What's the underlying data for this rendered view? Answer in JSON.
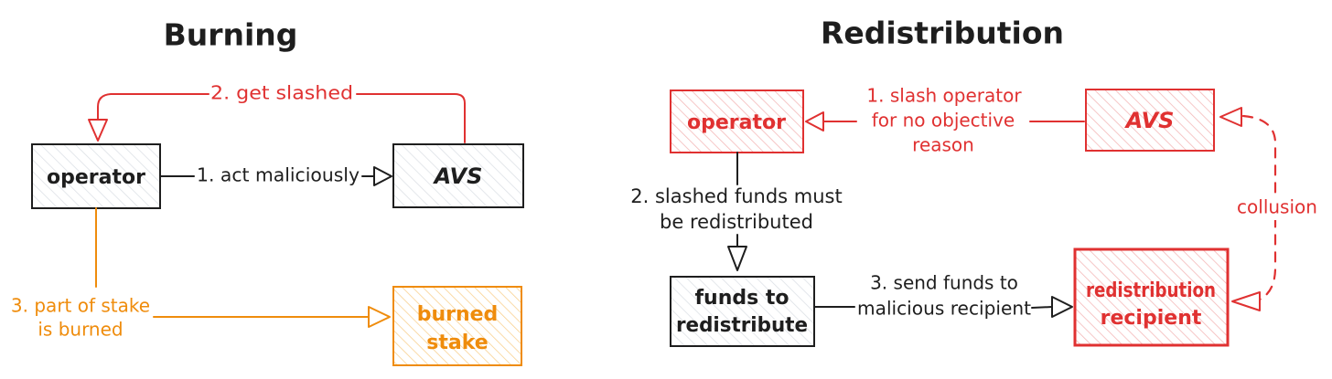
{
  "colors": {
    "ink": "#1e1e1e",
    "red": "#e03131",
    "orange": "#ef8c0c"
  },
  "burning": {
    "title": "Burning",
    "operator_box": "operator",
    "avs_box": "AVS",
    "burned_stake_box": {
      "line1": "burned",
      "line2": "stake"
    },
    "act_maliciously_label": "1. act maliciously",
    "get_slashed_label": "2. get slashed",
    "stake_burned_label": {
      "line1": "3. part of stake",
      "line2": "is burned"
    }
  },
  "redistribution": {
    "title": "Redistribution",
    "operator_box": "operator",
    "avs_box": "AVS",
    "funds_box": {
      "line1": "funds to",
      "line2": "redistribute"
    },
    "recipient_box": {
      "line1": "redistribution",
      "line2": "recipient"
    },
    "slash_operator_label": {
      "line1": "1. slash operator",
      "line2": "for no objective",
      "line3": "reason"
    },
    "slashed_funds_label": {
      "line1": "2. slashed funds must",
      "line2": "be redistributed"
    },
    "send_funds_label": {
      "line1": "3. send funds to",
      "line2": "malicious recipient"
    },
    "collusion_label": "collusion"
  }
}
